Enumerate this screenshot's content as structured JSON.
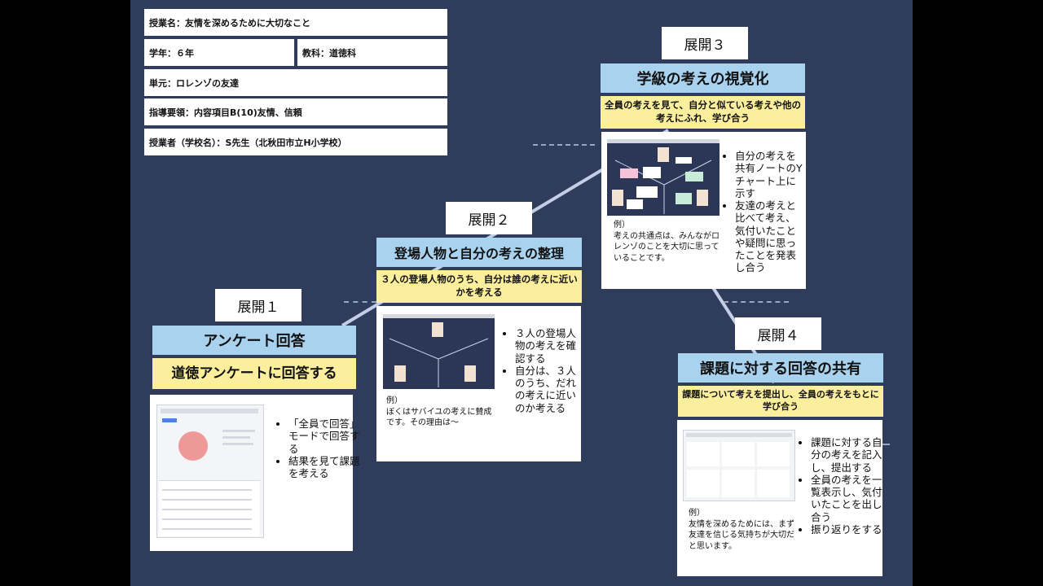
{
  "info": {
    "lesson": "授業名：友情を深めるために大切なこと",
    "grade": "学年：６年",
    "subject": "教科：道徳科",
    "unit": "単元：ロレンゾの友達",
    "guideline": "指導要領：内容項目B(10)友情、信頼",
    "teacher": "授業者（学校名）：S先生（北秋田市立H小学校）"
  },
  "stage1": {
    "label": "展開１",
    "title": "アンケート回答",
    "goal": "道徳アンケートに回答する",
    "bullets": [
      "「全員で回答」モードで回答する",
      "結果を見て課題を考える"
    ]
  },
  "stage2": {
    "label": "展開２",
    "title": "登場人物と自分の考えの整理",
    "goal": "３人の登場人物のうち、自分は誰の考えに近いかを考える",
    "bullets": [
      "３人の登場人物の考えを確認する",
      "自分は、３人のうち、だれの考えに近いのか考える"
    ],
    "example_label": "例）",
    "example": "ぼくはサバイユの考えに賛成です。その理由は～"
  },
  "stage3": {
    "label": "展開３",
    "title": "学級の考えの視覚化",
    "goal": "全員の考えを見て、自分と似ている考えや他の考えにふれ、学び合う",
    "bullets": [
      "自分の考えを共有ノートのYチャート上に示す",
      "友達の考えと比べて考え、気付いたことや疑問に思ったことを発表し合う"
    ],
    "example_label": "例）",
    "example": "考えの共通点は、みんながロレンゾのことを大切に思っていることです。"
  },
  "stage4": {
    "label": "展開４",
    "title": "課題に対する回答の共有",
    "goal": "課題について考えを提出し、全員の考えをもとに学び合う",
    "bullets": [
      "課題に対する自分の考えを記入し、提出する",
      "全員の考えを一覧表示し、気付いたことを出し合う",
      "振り返りをする"
    ],
    "example_label": "例）",
    "example": "友情を深めるためには、まず友達を信じる気持ちが大切だと思います。"
  },
  "colors": {
    "background": "#2f3c5c",
    "title_blue": "#a9d2ef",
    "goal_yellow": "#fbee9c"
  }
}
